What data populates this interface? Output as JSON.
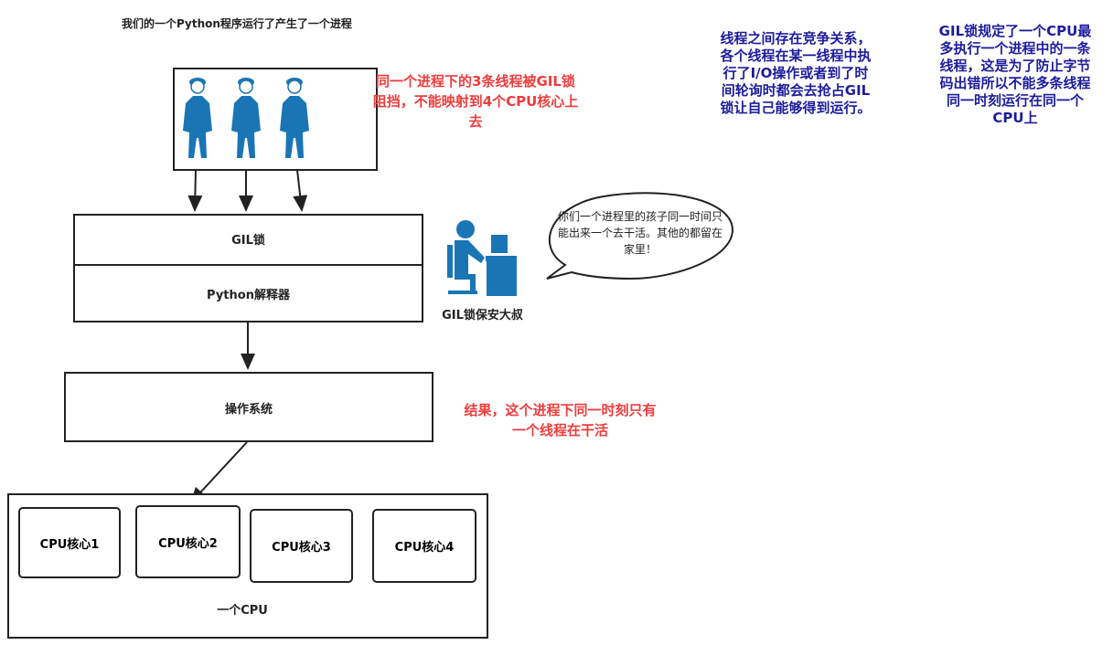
{
  "title": "我们的一个Python程序运行了产生了一个进程",
  "red_note_top": [
    "同一个进程下的3条线程被GIL锁",
    "阻挡，不能映射到4个CPU核心上",
    "去"
  ],
  "gil_label": "GIL锁",
  "interpreter_label": "Python解释器",
  "os_label": "操作系统",
  "guard_label": "GIL锁保安大叔",
  "speech": [
    "你们一个进程里的孩子同一时间只",
    "能出来一个去干活。其他的都留在",
    "家里！"
  ],
  "red_note_result": [
    "结果，这个进程下同一时刻只有",
    "一个线程在干活"
  ],
  "blue_note_1": [
    "线程之间存在竞争关系，",
    "各个线程在某一线程中执",
    "行了I/O操作或者到了时",
    "间轮询时都会去抢占GIL",
    "锁让自己能够得到运行。"
  ],
  "blue_note_2": [
    "GIL锁规定了一个CPU最",
    "多执行一个进程中的一条",
    "线程，这是为了防止字节",
    "码出错所以不能多条线程",
    "同一时刻运行在同一个",
    "CPU上"
  ],
  "cores": [
    "CPU核心1",
    "CPU核心2",
    "CPU核心3",
    "CPU核心4"
  ],
  "cpu_label": "一个CPU",
  "colors": {
    "icon": "#1a75b5",
    "red": "#f03c3c",
    "blue": "#1c1c9c"
  }
}
